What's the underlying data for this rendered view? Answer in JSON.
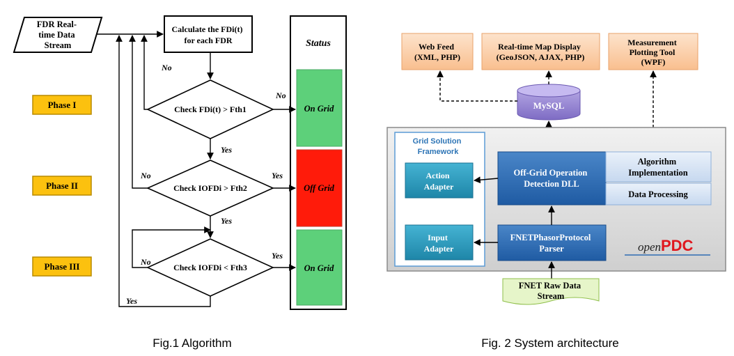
{
  "fig1": {
    "caption": "Fig.1 Algorithm",
    "input": [
      "FDR Real-",
      "time Data",
      "Stream"
    ],
    "calc": [
      "Calculate the FDi(t)",
      "for each FDR"
    ],
    "check1": "Check FDi(t) > Fth1",
    "check2": "Check IOFDi > Fth2",
    "check3": "Check IOFDi < Fth3",
    "phases": [
      "Phase I",
      "Phase II",
      "Phase III"
    ],
    "status_title": "Status",
    "status": [
      {
        "label": "On Grid",
        "color": "#5dd07a"
      },
      {
        "label": "Off Grid",
        "color": "#ff1b0a"
      },
      {
        "label": "On Grid",
        "color": "#5dd07a"
      }
    ],
    "labels": {
      "no": "No",
      "yes": "Yes"
    },
    "phase_color": "#fcc10f"
  },
  "fig2": {
    "caption": "Fig. 2 System architecture",
    "web_feed": [
      "Web Feed",
      "(XML, PHP)"
    ],
    "map_display": [
      "Real-time Map Display",
      "(GeoJSON, AJAX, PHP)"
    ],
    "plotting": [
      "Measurement",
      "Plotting Tool",
      "(WPF)"
    ],
    "mysql": "MySQL",
    "framework": [
      "Grid Solution",
      "Framework"
    ],
    "action_adapter": [
      "Action",
      "Adapter"
    ],
    "input_adapter": [
      "Input",
      "Adapter"
    ],
    "detection_dll": [
      "Off-Grid Operation",
      "Detection DLL"
    ],
    "algorithm": [
      "Algorithm",
      "Implementation"
    ],
    "data_processing": "Data Processing",
    "parser": [
      "FNETPhasorProtocol",
      "Parser"
    ],
    "openpdc": {
      "prefix": "open",
      "suffix": "PDC"
    },
    "raw_stream": [
      "FNET Raw Data",
      "Stream"
    ],
    "colors": {
      "top_box": "#fbd5b5",
      "blue_dark": "#2e6db3",
      "blue_teal": "#2c97b8",
      "blue_light": "#d6e4f5",
      "green_doc": "#e6f5c9",
      "mysql": "#9b8ad6",
      "panel": "#e2e2e2"
    }
  }
}
